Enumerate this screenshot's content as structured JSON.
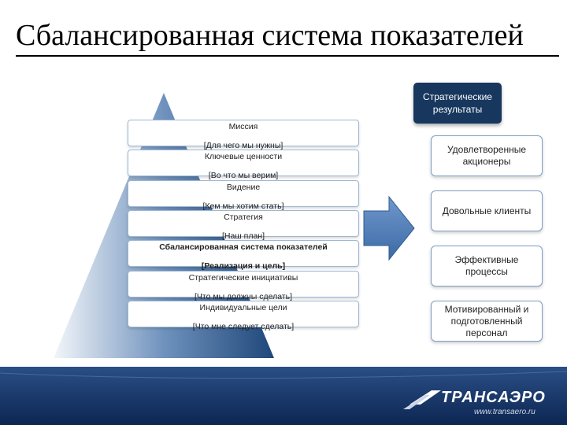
{
  "title": "Сбалансированная система показателей",
  "pyramid": {
    "tiers": [
      {
        "label": "Миссия",
        "sub": "[Для чего мы нужны]"
      },
      {
        "label": "Ключевые ценности",
        "sub": "[Во что мы верим]"
      },
      {
        "label": "Видение",
        "sub": "[Кем мы хотим стать]"
      },
      {
        "label": "Стратегия",
        "sub": "[Наш план]"
      },
      {
        "label": "Сбалансированная система показателей",
        "sub": "[Реализация и цель]"
      },
      {
        "label": "Стратегические инициативы",
        "sub": "[Что мы должны сделать]"
      },
      {
        "label": "Индивидуальные цели",
        "sub": "[Что мне следует сделать]"
      }
    ]
  },
  "results": {
    "header": "Стратегические результаты",
    "items": [
      "Удовлетворенные акционеры",
      "Довольные клиенты",
      "Эффективные процессы",
      "Мотивированный и подготовленный персонал"
    ]
  },
  "footer": {
    "logo": "ТРАНСАЭРО",
    "url": "www.transaero.ru"
  },
  "colors": {
    "navy": "#17375e",
    "accent": "#4f81bd",
    "footer_dark": "#0f2d5c"
  }
}
